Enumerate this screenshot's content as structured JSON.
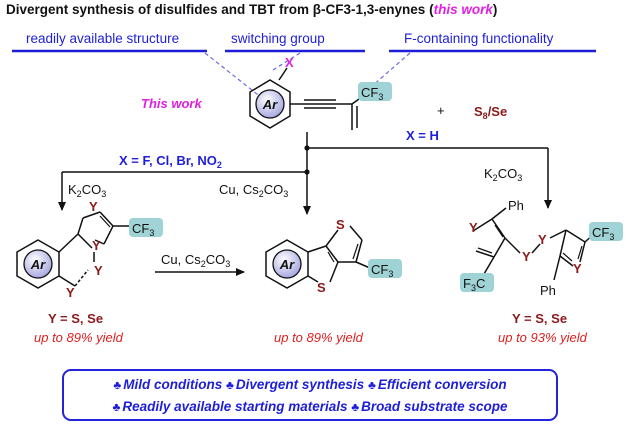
{
  "title": "Divergent synthesis of disulfides and TBT from β-CF3-1,3-enynes (",
  "title_emph": "this work",
  "title_close": ")",
  "features": {
    "readily_available": "readily available structure",
    "switching_group": "switching group",
    "f_containing": "F-containing functionality"
  },
  "this_work": "This work",
  "reagents": {
    "plus": "+",
    "s8": "S",
    "s8_sub": "8",
    "se": "/Se",
    "x_h": "X = H",
    "x_halogens": "X = F, Cl, Br, NO",
    "x_halogens_sub": "2",
    "k2co3_left": "K",
    "k2co3_right": "K",
    "cu_cs2co3_mid": "Cu, Cs",
    "cu_cs2co3_bottom": "Cu, Cs",
    "sub2": "2",
    "co3": "CO",
    "sub3": "3"
  },
  "atoms": {
    "x": "X",
    "ar": "Ar",
    "cf3": "CF",
    "cf3_sub": "3",
    "y": "Y",
    "s": "S",
    "ph": "Ph",
    "f3c": "F",
    "f3c_sub": "3",
    "f3c_end": "C"
  },
  "products": {
    "left_y": "Y = S, Se",
    "left_yield": "up to 89% yield",
    "middle_yield": "up to 89% yield",
    "right_y": "Y = S, Se",
    "right_yield": "up to 93% yield"
  },
  "advantages": {
    "mild": "Mild conditions",
    "divergent": "Divergent synthesis",
    "efficient": "Efficient conversion",
    "readily": "Readily available starting materials",
    "broad": "Broad substrate scope"
  },
  "colors": {
    "blue": "#1e1ed8",
    "darkred": "#8b1a1a",
    "magenta": "#e020e0",
    "red_yield": "#e02020",
    "highlight": "#9fd3d6",
    "ar_fill": "#b9b9e8"
  }
}
